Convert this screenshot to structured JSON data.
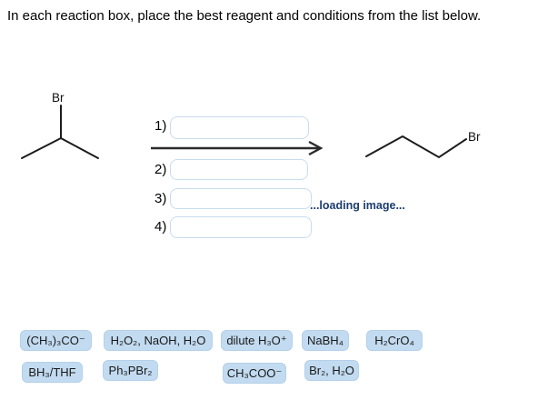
{
  "title": "In each reaction box, place the best reagent and conditions from the list below.",
  "scheme": {
    "reactant": {
      "br_label": "Br"
    },
    "product": {
      "br_label": "Br"
    },
    "steps": [
      {
        "label": "1)",
        "value": ""
      },
      {
        "label": "2)",
        "value": ""
      },
      {
        "label": "3)",
        "value": ""
      },
      {
        "label": "4)",
        "value": ""
      }
    ],
    "loading_text": "...loading image..."
  },
  "reagents": {
    "row1": [
      "(CH₃)₃CO⁻",
      "H₂O₂, NaOH, H₂O",
      "dilute H₃O⁺",
      "NaBH₄",
      "H₂CrO₄"
    ],
    "row2": [
      "BH₃/THF",
      "Ph₃PBr₂",
      "CH₃COO⁻",
      "Br₂, H₂O"
    ]
  },
  "colors": {
    "chip_bg": "#c2dbf0",
    "chip_border": "#b4d0ea",
    "input_border": "#c8dcee",
    "loading_text": "#1c3d6e",
    "structure_stroke": "#1c1c1c"
  }
}
